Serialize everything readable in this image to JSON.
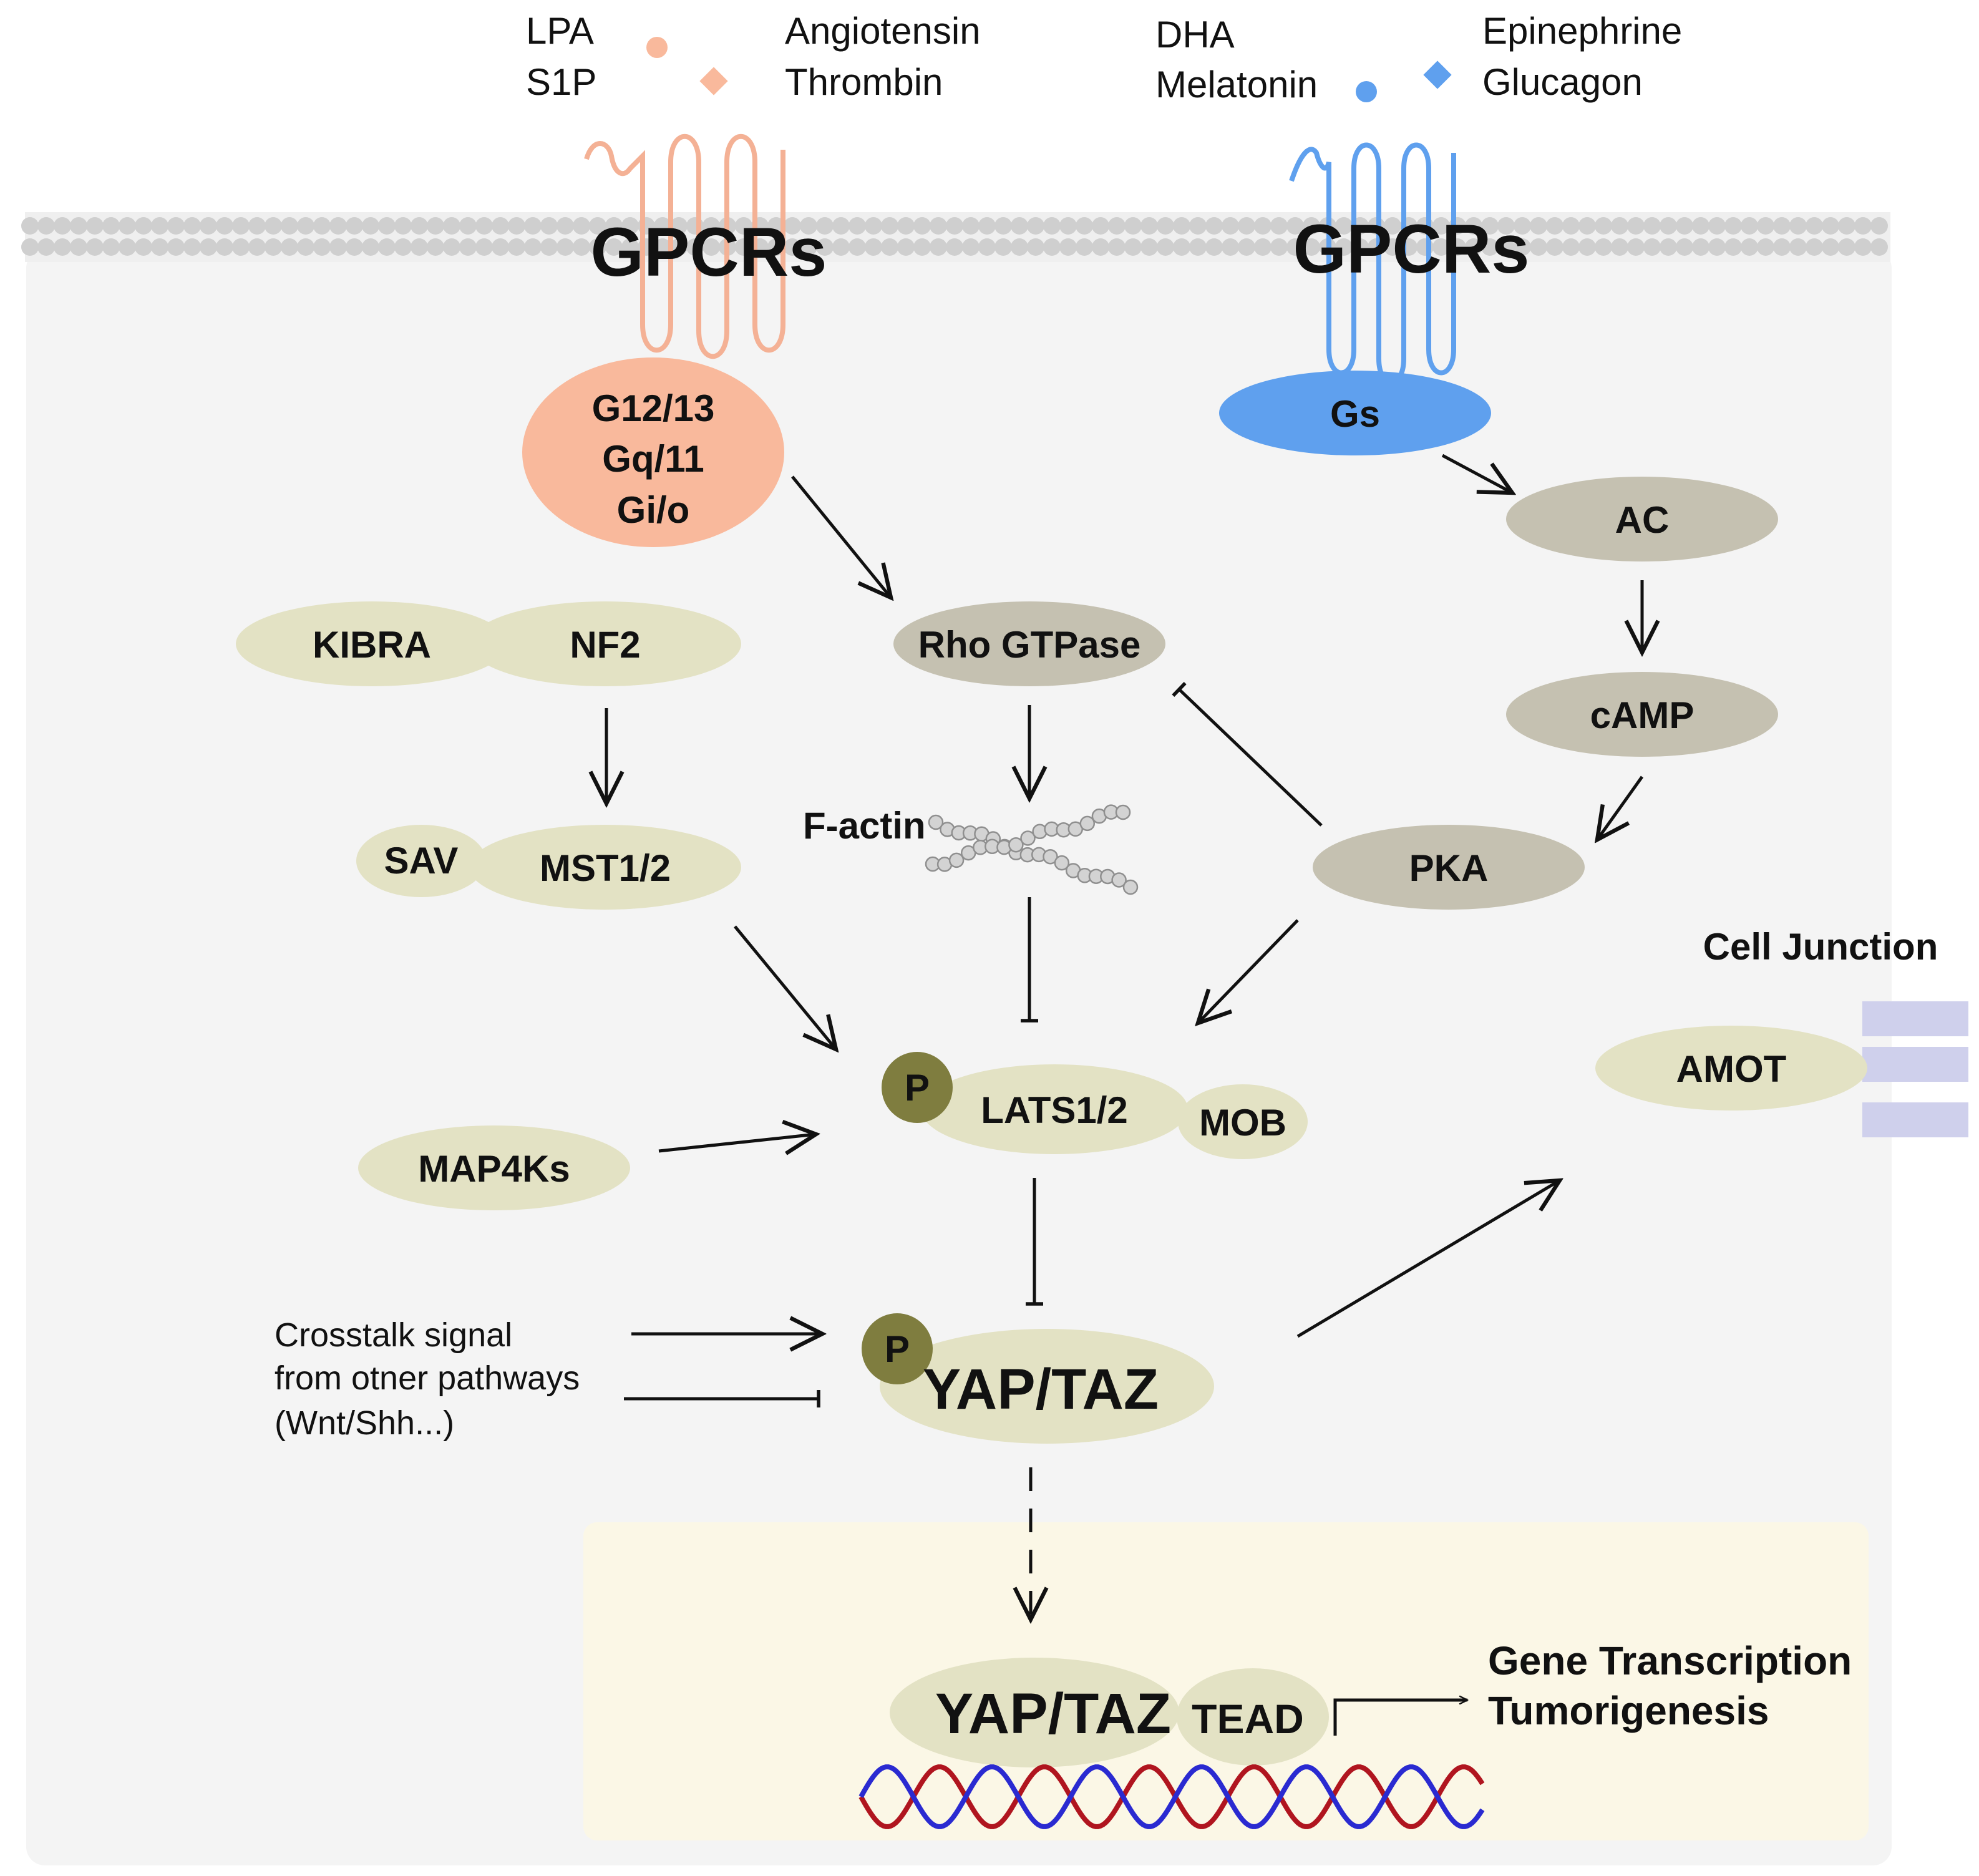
{
  "ligands": {
    "left_col1": [
      "LPA",
      "S1P"
    ],
    "left_col2": [
      "Angiotensin",
      "Thrombin"
    ],
    "right_col1": [
      "DHA",
      "Melatonin"
    ],
    "right_col2": [
      "Epinephrine",
      "Glucagon"
    ]
  },
  "receptors": {
    "left_label": "GPCRs",
    "right_label": "GPCRs"
  },
  "g_proteins": {
    "left": [
      "G12/13",
      "Gq/11",
      "Gi/o"
    ],
    "right": "Gs"
  },
  "nodes": {
    "kibra": "KIBRA",
    "nf2": "NF2",
    "rho": "Rho GTPase",
    "ac": "AC",
    "camp": "cAMP",
    "sav": "SAV",
    "mst": "MST1/2",
    "factin": "F-actin",
    "pka": "PKA",
    "cell_junction": "Cell Junction",
    "amot": "AMOT",
    "lats": "LATS1/2",
    "mob": "MOB",
    "map4k": "MAP4Ks",
    "p_lats": "P",
    "p_yap": "P",
    "yap_cyto": "YAP/TAZ",
    "yap_nuc": "YAP/TAZ",
    "tead": "TEAD"
  },
  "crosstalk": [
    "Crosstalk signal",
    "from otner pathways",
    "(Wnt/Shh...)"
  ],
  "outputs": [
    "Gene Transcription",
    "Tumorigenesis"
  ],
  "colors": {
    "left_pathway": "#f9b99c",
    "right_pathway": "#5fa0ee",
    "hippo_node": "#e3e2c4",
    "camp_node": "#c5c1b1",
    "phospho": "#7f7d3f",
    "cell_bg": "#f4f4f4",
    "nucleus_bg": "#fbf7e6",
    "membrane": "#cfcfcf",
    "dna_red": "#b0151f",
    "dna_blue": "#2a2ad1",
    "junction": "#cfd0ec"
  }
}
